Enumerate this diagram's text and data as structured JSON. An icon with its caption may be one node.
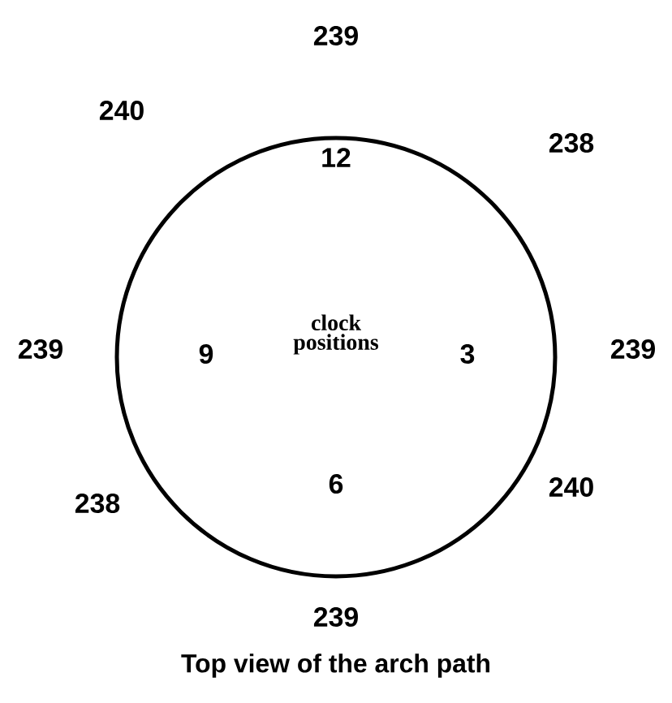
{
  "diagram": {
    "caption": "Top view of the arch path",
    "nodes": [
      {
        "text": [
          "12",
          "9",
          "clock positions",
          "3",
          "6"
        ]
      }
    ],
    "labels": [
      "239",
      "240",
      "238",
      "239",
      "239",
      "238",
      "240",
      "239"
    ]
  }
}
